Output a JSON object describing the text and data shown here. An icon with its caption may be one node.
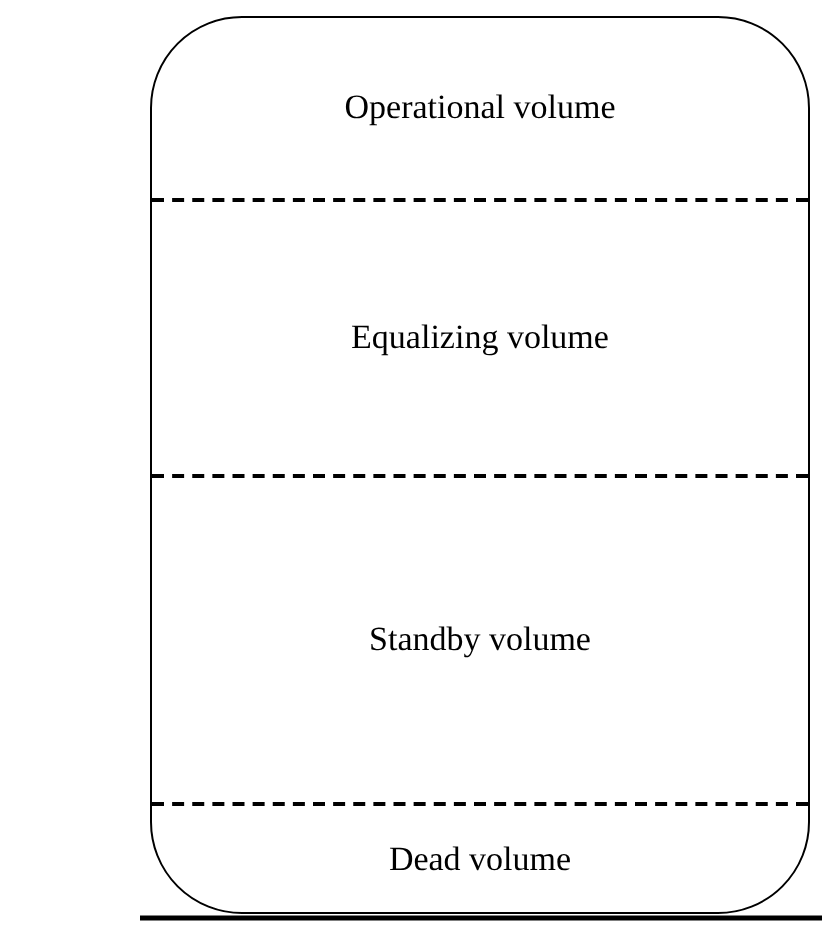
{
  "diagram": {
    "nodes": [
      {
        "text": [],
        "shape": "box"
      },
      {
        "text": [
          "Operational volume"
        ],
        "in": 0
      },
      {
        "text": [
          "Equalizing volume"
        ],
        "in": 0
      },
      {
        "text": [
          "Standby volume"
        ],
        "in": 0
      },
      {
        "text": [
          "Dead volume"
        ],
        "in": 0
      }
    ]
  }
}
